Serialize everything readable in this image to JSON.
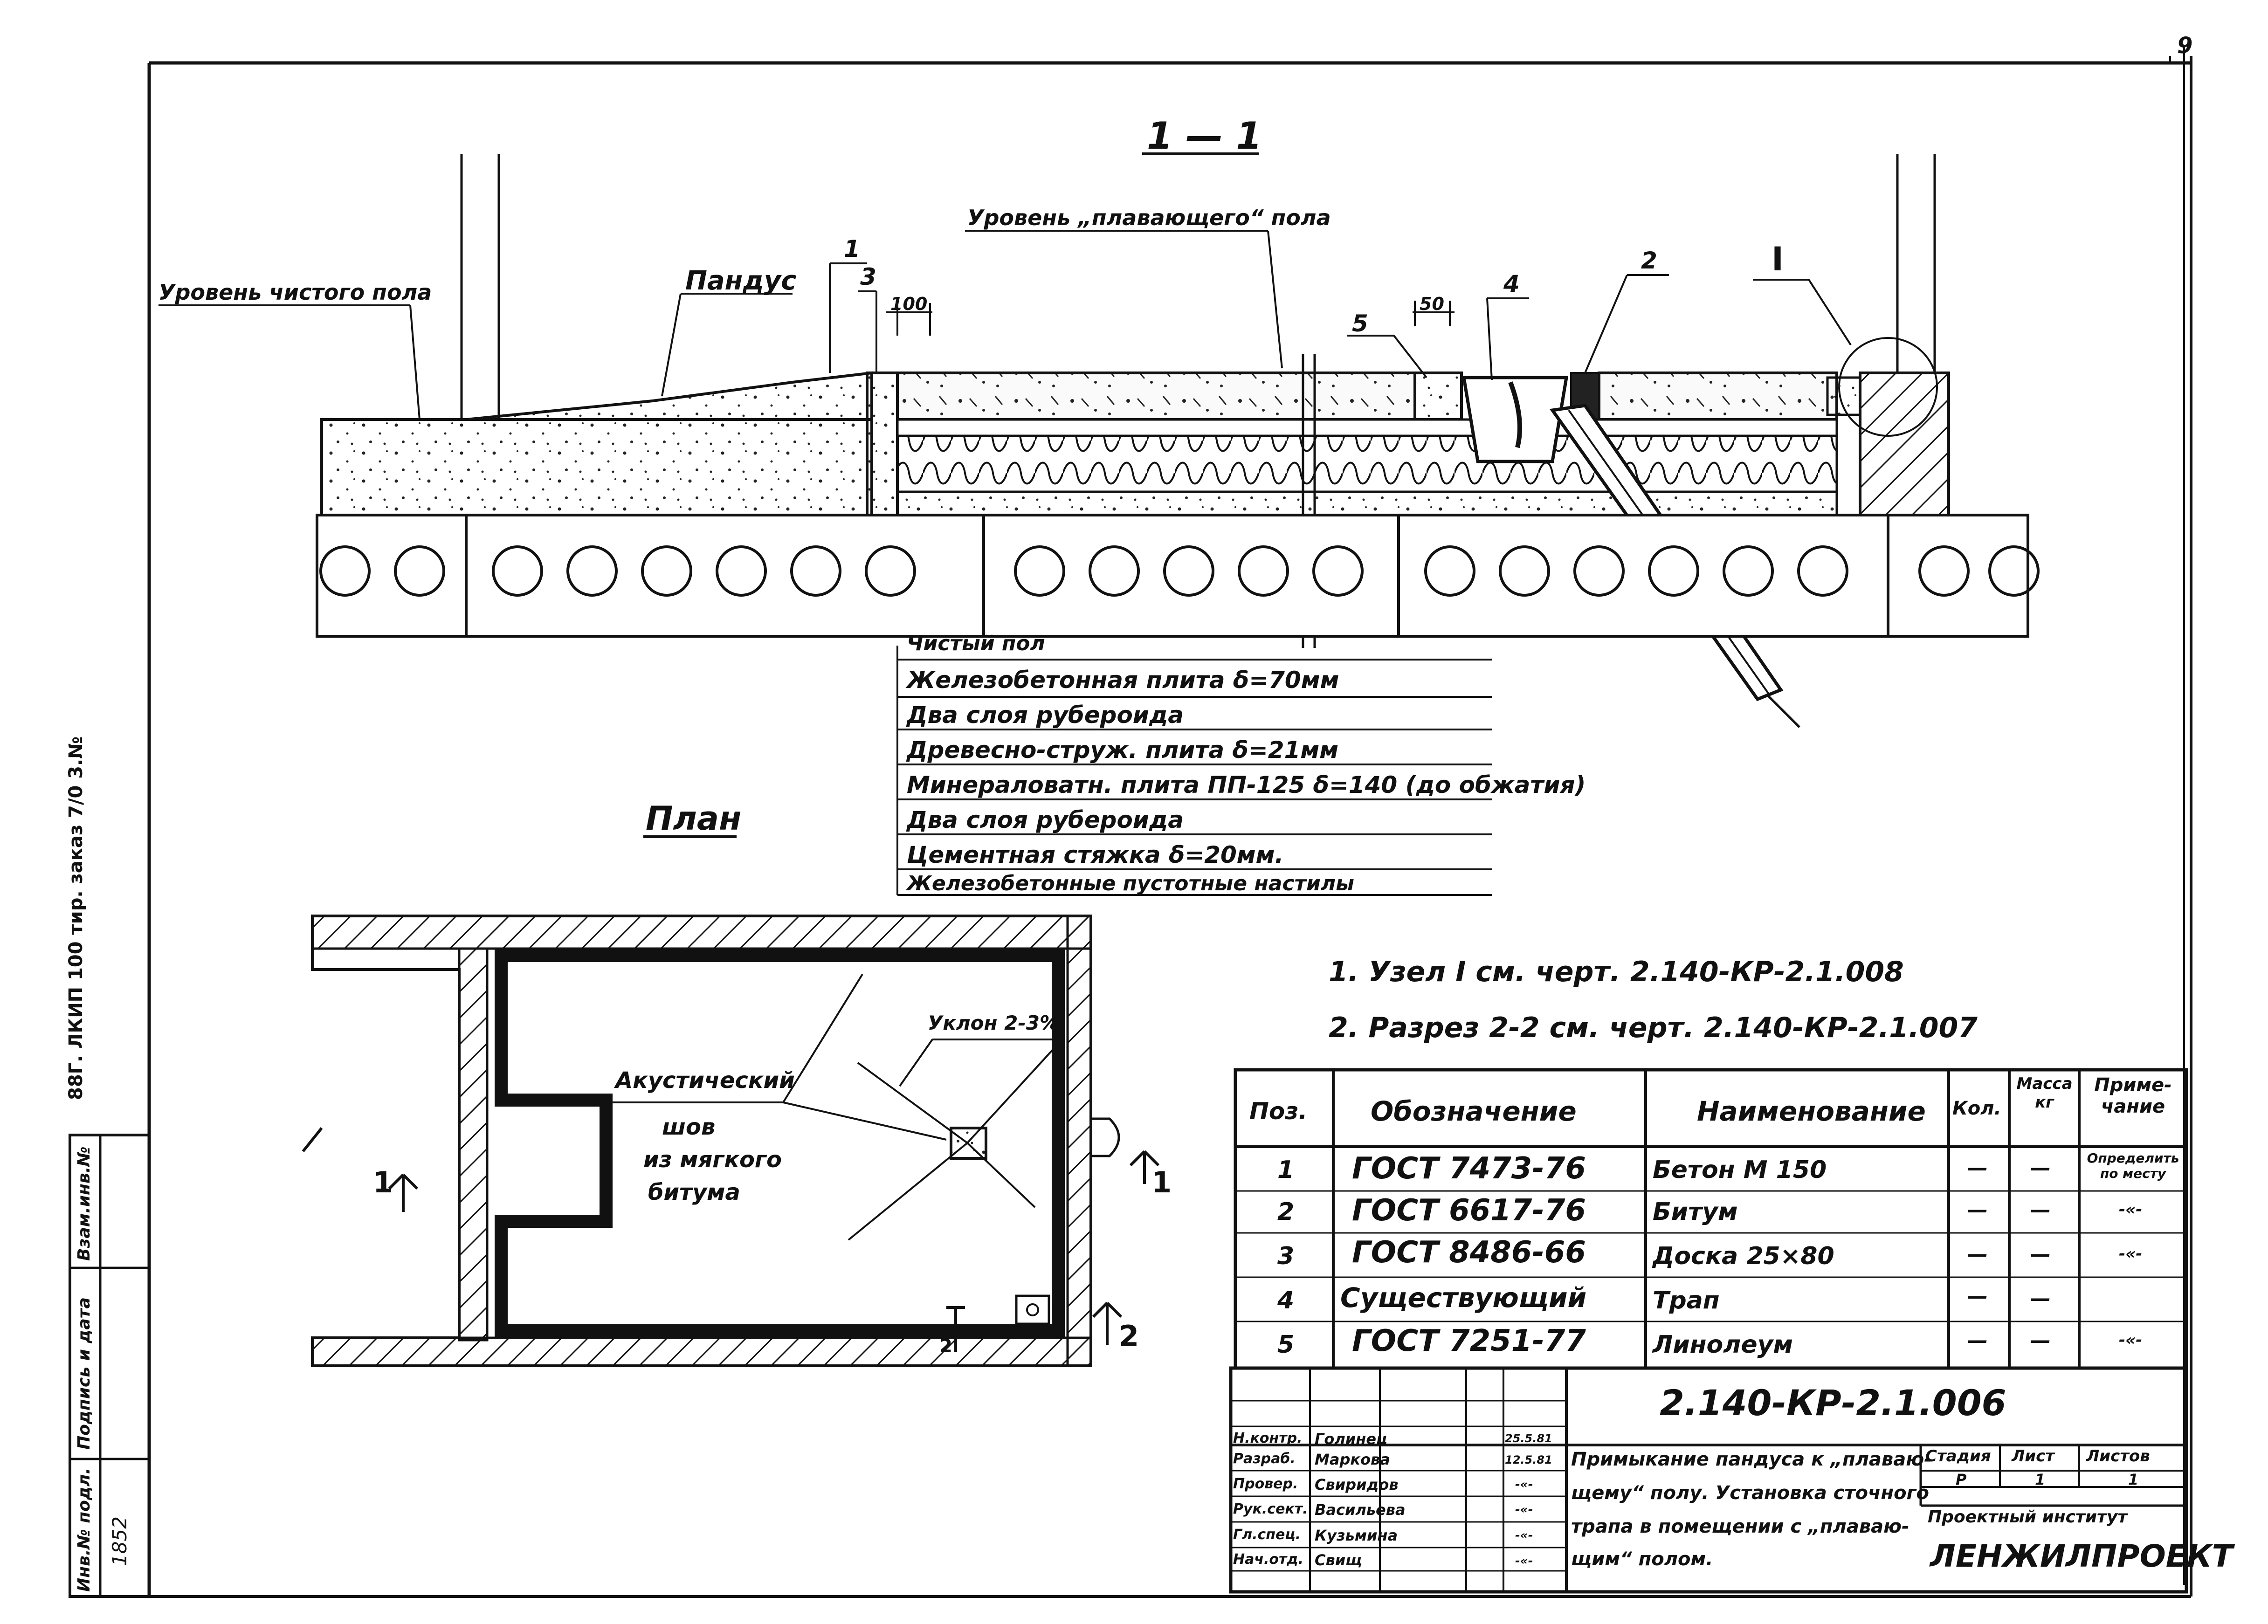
{
  "sheet_number": "9",
  "section_title": "1 — 1",
  "plan_title": "План",
  "section_callouts": {
    "clean_floor_level": "Уровень чистого пола",
    "ramp": "Пандус",
    "floating_floor_level": "Уровень „плавающего“ пола",
    "pos1": "1",
    "pos2": "2",
    "pos3": "3",
    "pos4": "4",
    "pos5": "5",
    "node": "I",
    "dim100": "100",
    "dim50": "50"
  },
  "layers": [
    "Чистый пол",
    "Железобетонная плита δ=70мм",
    "Два слоя рубероида",
    "Древесно-струж. плита δ=21мм",
    "Минераловатн. плита ПП-125 δ=140 (до обжатия)",
    "Два слоя рубероида",
    "Цементная стяжка δ=20мм.",
    "Железобетонные пустотные настилы"
  ],
  "plan_callouts": {
    "slope": "Уклон 2-3%",
    "acoustic_seam_1": "Акустический",
    "acoustic_seam_2": "шов",
    "acoustic_seam_3": "из мягкого",
    "acoustic_seam_4": "битума",
    "cut1_left": "1",
    "cut1_right": "1",
    "cut2_bottom": "2",
    "cut2_right": "2"
  },
  "notes": [
    "1. Узел I см. черт. 2.140-КР-2.1.008",
    "2. Разрез 2-2 см. черт. 2.140-КР-2.1.007"
  ],
  "spec_table": {
    "headers": [
      "Поз.",
      "Обозначение",
      "Наименование",
      "Кол.",
      "Масса кг",
      "Приме-чание"
    ],
    "rows": [
      [
        "1",
        "ГОСТ 7473-76",
        "Бетон М 150",
        "—",
        "—",
        "Определить по месту"
      ],
      [
        "2",
        "ГОСТ 6617-76",
        "Битум",
        "—",
        "—",
        "-«-"
      ],
      [
        "3",
        "ГОСТ 8486-66",
        "Доска 25×80",
        "—",
        "—",
        "-«-"
      ],
      [
        "4",
        "Существующий",
        "Трап",
        "—",
        "—",
        ""
      ],
      [
        "5",
        "ГОСТ 7251-77",
        "Линолеум",
        "—",
        "—",
        "-«-"
      ]
    ]
  },
  "title_block": {
    "document_code": "2.140-КР-2.1.006",
    "description": "Примыкание пандуса к „плавающему“ полу. Установка сточного трапа в помещении с „плавающим“ полом.",
    "description_lines": [
      "Примыкание пандуса к „плаваю-",
      "щему“ полу. Установка сточного",
      "трапа в помещении с „плаваю-",
      "щим“ полом."
    ],
    "stage_label": "Стадия",
    "sheet_label": "Лист",
    "sheets_label": "Листов",
    "stage": "Р",
    "sheet": "1",
    "sheets": "1",
    "institute_label": "Проектный институт",
    "institute": "ЛЕНЖИЛПРОЕКТ",
    "signatures": [
      {
        "role": "Н.контр.",
        "name": "Голинец",
        "date": "25.5.81"
      },
      {
        "role": "Разраб.",
        "name": "Маркова",
        "date": "12.5.81"
      },
      {
        "role": "Провер.",
        "name": "Свиридов",
        "date": "-«-"
      },
      {
        "role": "Рук.сект.",
        "name": "Васильева",
        "date": "-«-"
      },
      {
        "role": "Гл.спец.",
        "name": "Кузьмина",
        "date": "-«-"
      },
      {
        "role": "Нач.отд.",
        "name": "Свищ",
        "date": "-«-"
      }
    ]
  },
  "side_stamp": {
    "line1": "Инв.№ подл.",
    "line1_value": "1852",
    "line2": "Подпись и дата",
    "line3": "Взам.инв.№",
    "vertical_text": "88Г.   ЛКИП 100 тир. заказ 7/0 3.№"
  }
}
